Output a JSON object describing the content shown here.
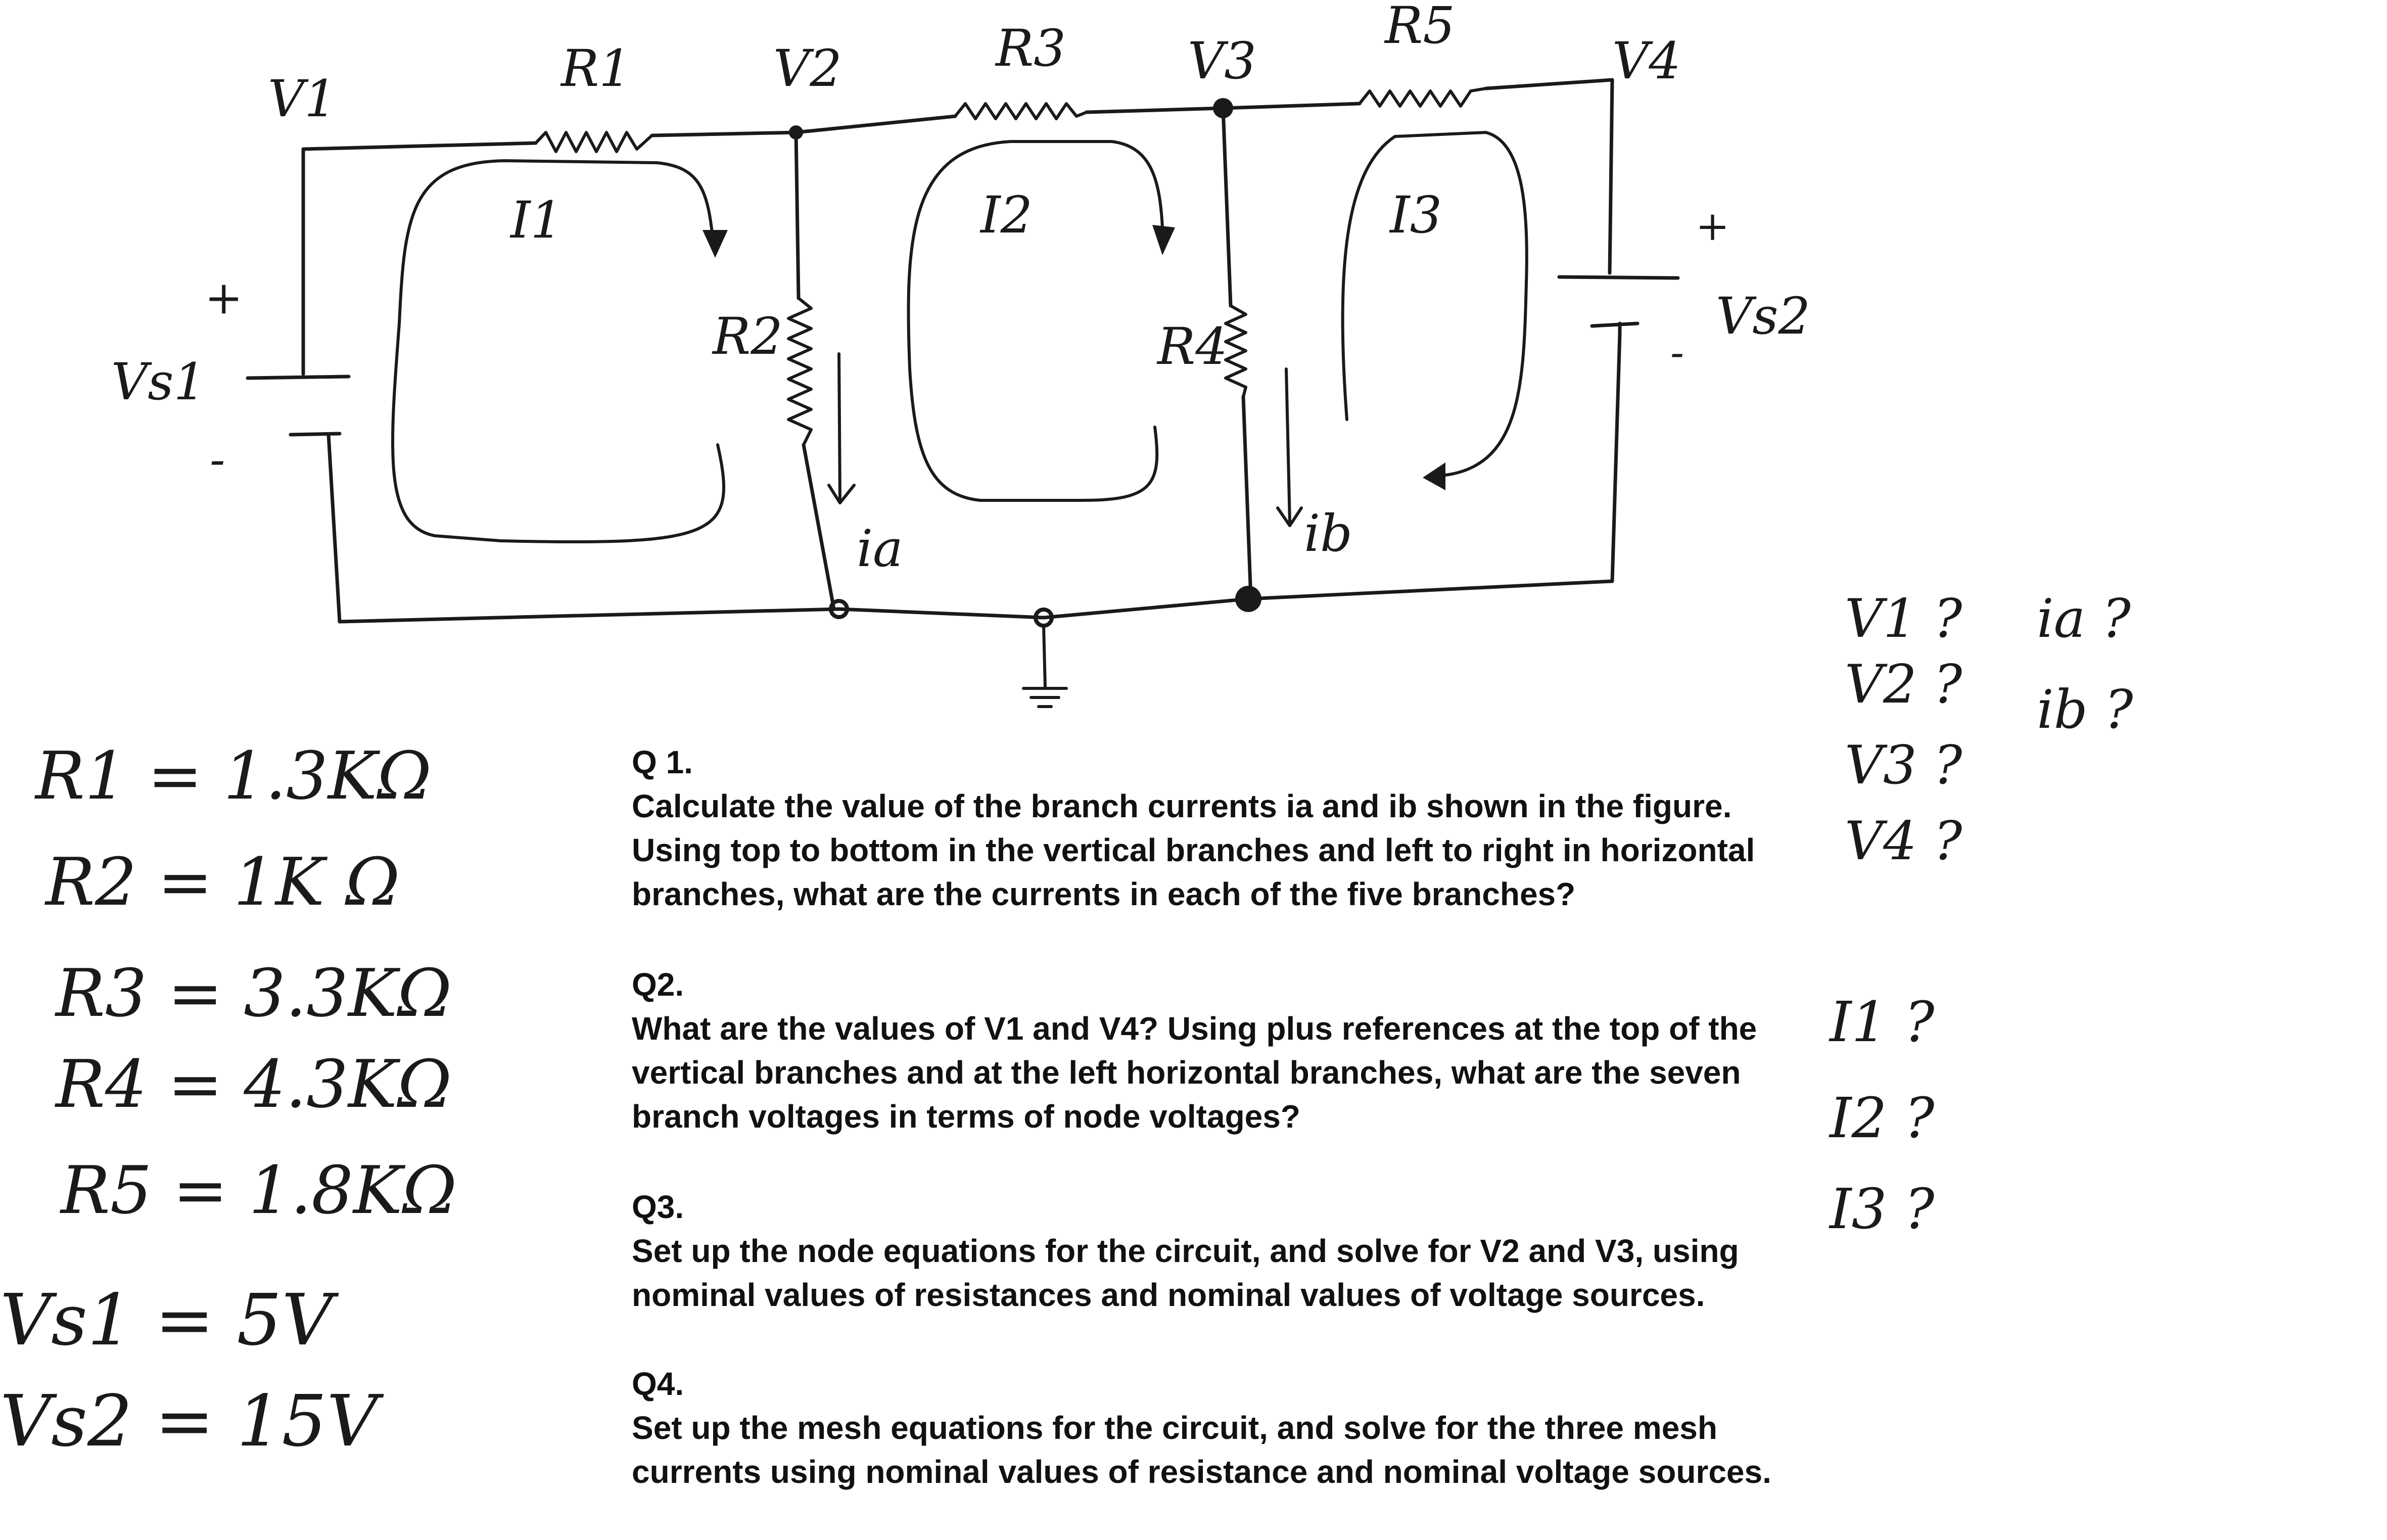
{
  "diagram": {
    "node_labels": {
      "v1": "V1",
      "v2": "V2",
      "v3": "V3",
      "v4": "V4"
    },
    "resistor_labels": {
      "r1": "R1",
      "r2": "R2",
      "r3": "R3",
      "r4": "R4",
      "r5": "R5"
    },
    "mesh_labels": {
      "i1": "I1",
      "i2": "I2",
      "i3": "I3"
    },
    "branch_current_labels": {
      "ia": "ia",
      "ib": "ib"
    },
    "sources": {
      "vs1": {
        "label": "Vs1",
        "plus": "+",
        "minus": "-"
      },
      "vs2": {
        "label": "Vs2",
        "plus": "+",
        "minus": "-"
      }
    }
  },
  "given_values": [
    {
      "id": "r1",
      "text": "R1 = 1.3KΩ"
    },
    {
      "id": "r2",
      "text": "R2 = 1K Ω"
    },
    {
      "id": "r3",
      "text": "R3 = 3.3KΩ"
    },
    {
      "id": "r4",
      "text": "R4 = 4.3KΩ"
    },
    {
      "id": "r5",
      "text": "R5 = 1.8KΩ"
    },
    {
      "id": "vs1",
      "text": "Vs1 = 5V"
    },
    {
      "id": "vs2",
      "text": "Vs2 = 15V"
    }
  ],
  "unknowns": {
    "voltages": [
      "V1 ?",
      "V2 ?",
      "V3 ?",
      "V4 ?"
    ],
    "branch_currents": [
      "ia ?",
      "ib ?"
    ],
    "mesh_currents": [
      "I1 ?",
      "I2 ?",
      "I3 ?"
    ]
  },
  "questions": [
    {
      "heading": "Q 1.",
      "body": "Calculate the value of the branch  currents ia and ib shown in the figure. Using top to bottom in the vertical branches and left to right in horizontal branches, what are the currents in each of the five branches?"
    },
    {
      "heading": "Q2.",
      "body": "What are the values of V1 and V4? Using plus references at the top of the vertical branches and at the left horizontal branches, what are the seven branch voltages in terms of node voltages?"
    },
    {
      "heading": "Q3.",
      "body": "Set up the node equations for the circuit, and solve for V2 and V3, using nominal values of resistances and nominal values of voltage sources."
    },
    {
      "heading": "Q4.",
      "body": "Set up the mesh equations for the circuit, and solve for the three mesh currents using nominal values of resistance and nominal voltage sources."
    }
  ]
}
